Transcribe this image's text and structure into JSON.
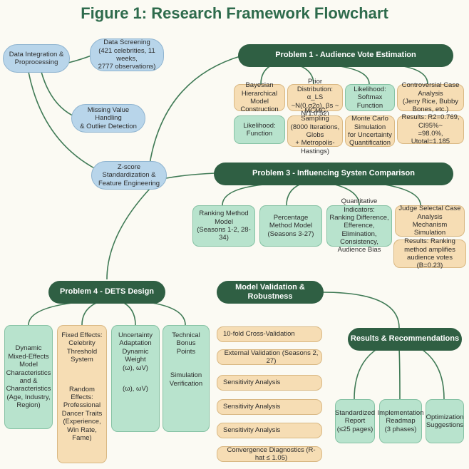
{
  "title": "Figure 1: Research Framework Flowchart",
  "colors": {
    "header_green": "#2f5f43",
    "line_green": "#3f7a55",
    "blue_box": "#b8d5ea",
    "tan_box": "#f6ddb4",
    "mint_box": "#b8e3cd",
    "title_green": "#2e6b4c"
  },
  "preprocess": {
    "integration": "Data Integration &\nProprocessing",
    "screening": "Data Screening\n(421 celebrities, 11 weeks,\n2777 observations)",
    "missing": "Missing Value Handling\n& Outlier Detection",
    "zscore": "Z-score Standardization &\nFeature Engineering"
  },
  "problem1": {
    "header": "Problem 1 - Audience Vote Estimation",
    "boxes": [
      "Bayesian Hierarchical\nModel Construction",
      "Prior Distribution: α_LS\n~N(0,σ2o), βs ~ N(1,0.52)",
      "Likelihood:\nSoftmax Function",
      "Controversial Case Analysis\n(Jerry Rice, Bubby Bones, etc.)",
      "Likelihood:\nFunction",
      "MCMC Sampling\n(8000 Iterations, Globs\n+ Metropolis-Hastings)",
      "Monte Carlo Simulation\nfor Uncertainty\nQuantification",
      "Results: R2=0.769, CI95%~\n=98.0%, Utotal=1.185"
    ]
  },
  "problem3": {
    "header": "Problem 3 - Influencing Systen Comparison",
    "boxes": [
      "Ranking Method Model\n(Seasons 1-2, 28-34)",
      "Percentage Method Model\n(Seasons 3-27)",
      "Quantitative Indicators:\nRanking Difference,\nEfference, Elimination,\nConsistency, Audience Bias",
      "Judge Selectal Case Analysis\nMechanism Simulation",
      "Results: Ranking method amplifies\naudience votes (B=0.23)"
    ]
  },
  "problem4": {
    "header": "Problem 4 - DETS Design",
    "col1": "Dynamic\nMixed-Effects\nModel\nCharacteristics\nand &\nCharacteristics\n(Age, Industry,\nRegion)",
    "col2_top": "Fixed Effects:\nCelebrity\nThreshold\nSystem",
    "col2_bottom": "Random Effects:\nProfessional\nDancer Traits\n(Experience,\nWin Rate, Fame)",
    "col3_top": "Uncertainty\nAdaptation\nDynamic\nWeight\n(ω), ωV)",
    "col3_bottom": "(ω), ωV)",
    "col4_top": "Technical\nBonus\nPoints",
    "col4_bottom": "Simulation\nVerification"
  },
  "validation": {
    "header": "Model Validation & Robustness",
    "items": [
      "10-fold Cross-Validation",
      "External Validation (Seasons 2, 27)",
      "Sensitivity Analysis",
      "Sensitivity Analysis",
      "Sensitivity Analysis",
      "Convergence Diagnostics (R-hat ≤ 1.05)"
    ]
  },
  "results": {
    "header": "Results & Recommendations",
    "items": [
      "Standardized\nReport\n(≤25 pages)",
      "Implementation\nReadmap\n(3 phases)",
      "Optimization\nSuggestions"
    ]
  }
}
